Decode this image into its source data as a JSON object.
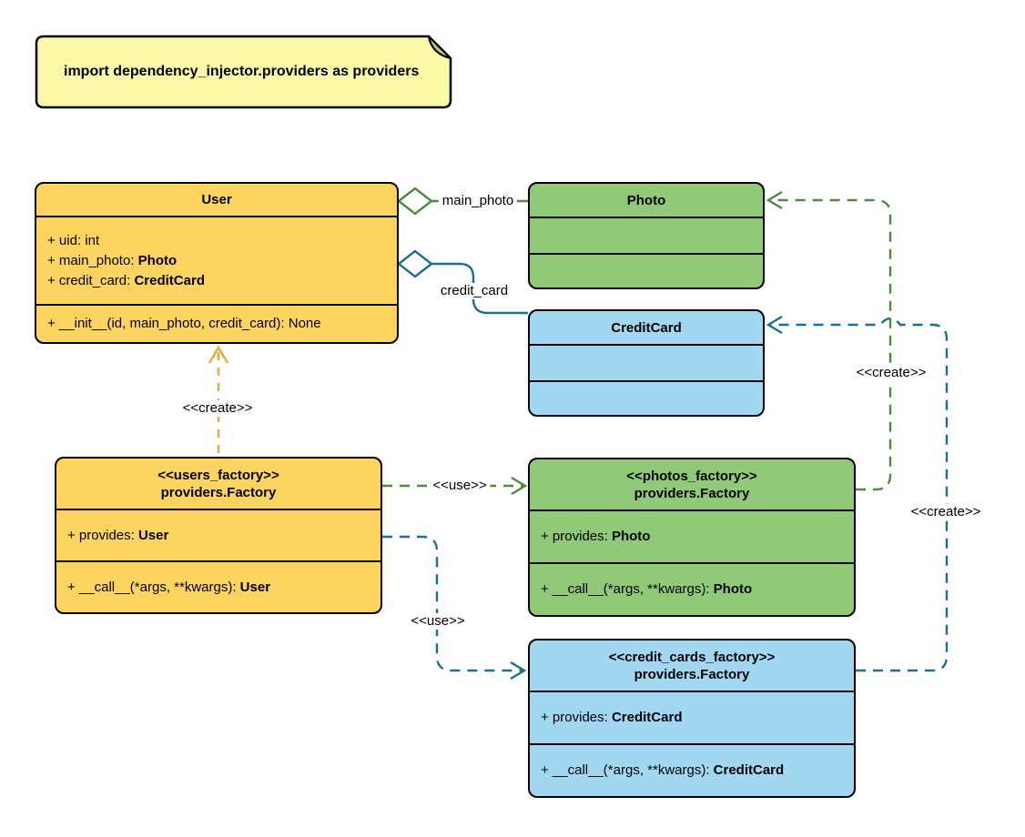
{
  "note": {
    "text": "import dependency_injector.providers as providers"
  },
  "classes": {
    "user": {
      "title": "User",
      "attributes": [
        {
          "text": "+ uid: int",
          "type": ""
        },
        {
          "text": "+ main_photo: ",
          "type": "Photo"
        },
        {
          "text": "+ credit_card: ",
          "type": "CreditCard"
        }
      ],
      "methods": [
        {
          "text": "+ __init__(id, main_photo, credit_card): None",
          "type": ""
        }
      ]
    },
    "photo": {
      "title": "Photo"
    },
    "credit_card": {
      "title": "CreditCard"
    },
    "users_factory": {
      "stereotype": "<<users_factory>>",
      "title": "providers.Factory",
      "attributes": [
        {
          "text": "+ provides: ",
          "type": "User"
        }
      ],
      "methods": [
        {
          "text": "+ __call__(*args, **kwargs): ",
          "type": "User"
        }
      ]
    },
    "photos_factory": {
      "stereotype": "<<photos_factory>>",
      "title": "providers.Factory",
      "attributes": [
        {
          "text": "+ provides: ",
          "type": "Photo"
        }
      ],
      "methods": [
        {
          "text": "+ __call__(*args, **kwargs): ",
          "type": "Photo"
        }
      ]
    },
    "credit_cards_factory": {
      "stereotype": "<<credit_cards_factory>>",
      "title": "providers.Factory",
      "attributes": [
        {
          "text": "+ provides: ",
          "type": "CreditCard"
        }
      ],
      "methods": [
        {
          "text": "+ __call__(*args, **kwargs): ",
          "type": "CreditCard"
        }
      ]
    }
  },
  "edges": {
    "main_photo": {
      "label": "main_photo"
    },
    "credit_card": {
      "label": "credit_card"
    },
    "create_user": {
      "label": "<<create>>"
    },
    "use_photos": {
      "label": "<<use>>"
    },
    "use_credit_cards": {
      "label": "<<use>>"
    },
    "create_photo": {
      "label": "<<create>>"
    },
    "create_credit_card": {
      "label": "<<create>>"
    }
  },
  "colors": {
    "user_fill": "#fcd45f",
    "photo_fill": "#90c977",
    "credit_card_fill": "#a2d7f2",
    "note_fill": "#fbf9a8",
    "note_fold": "#cdc45c",
    "green_line": "#4b8b3b",
    "teal_line": "#19708f",
    "gold_line": "#e4b043",
    "border": "#000000"
  }
}
